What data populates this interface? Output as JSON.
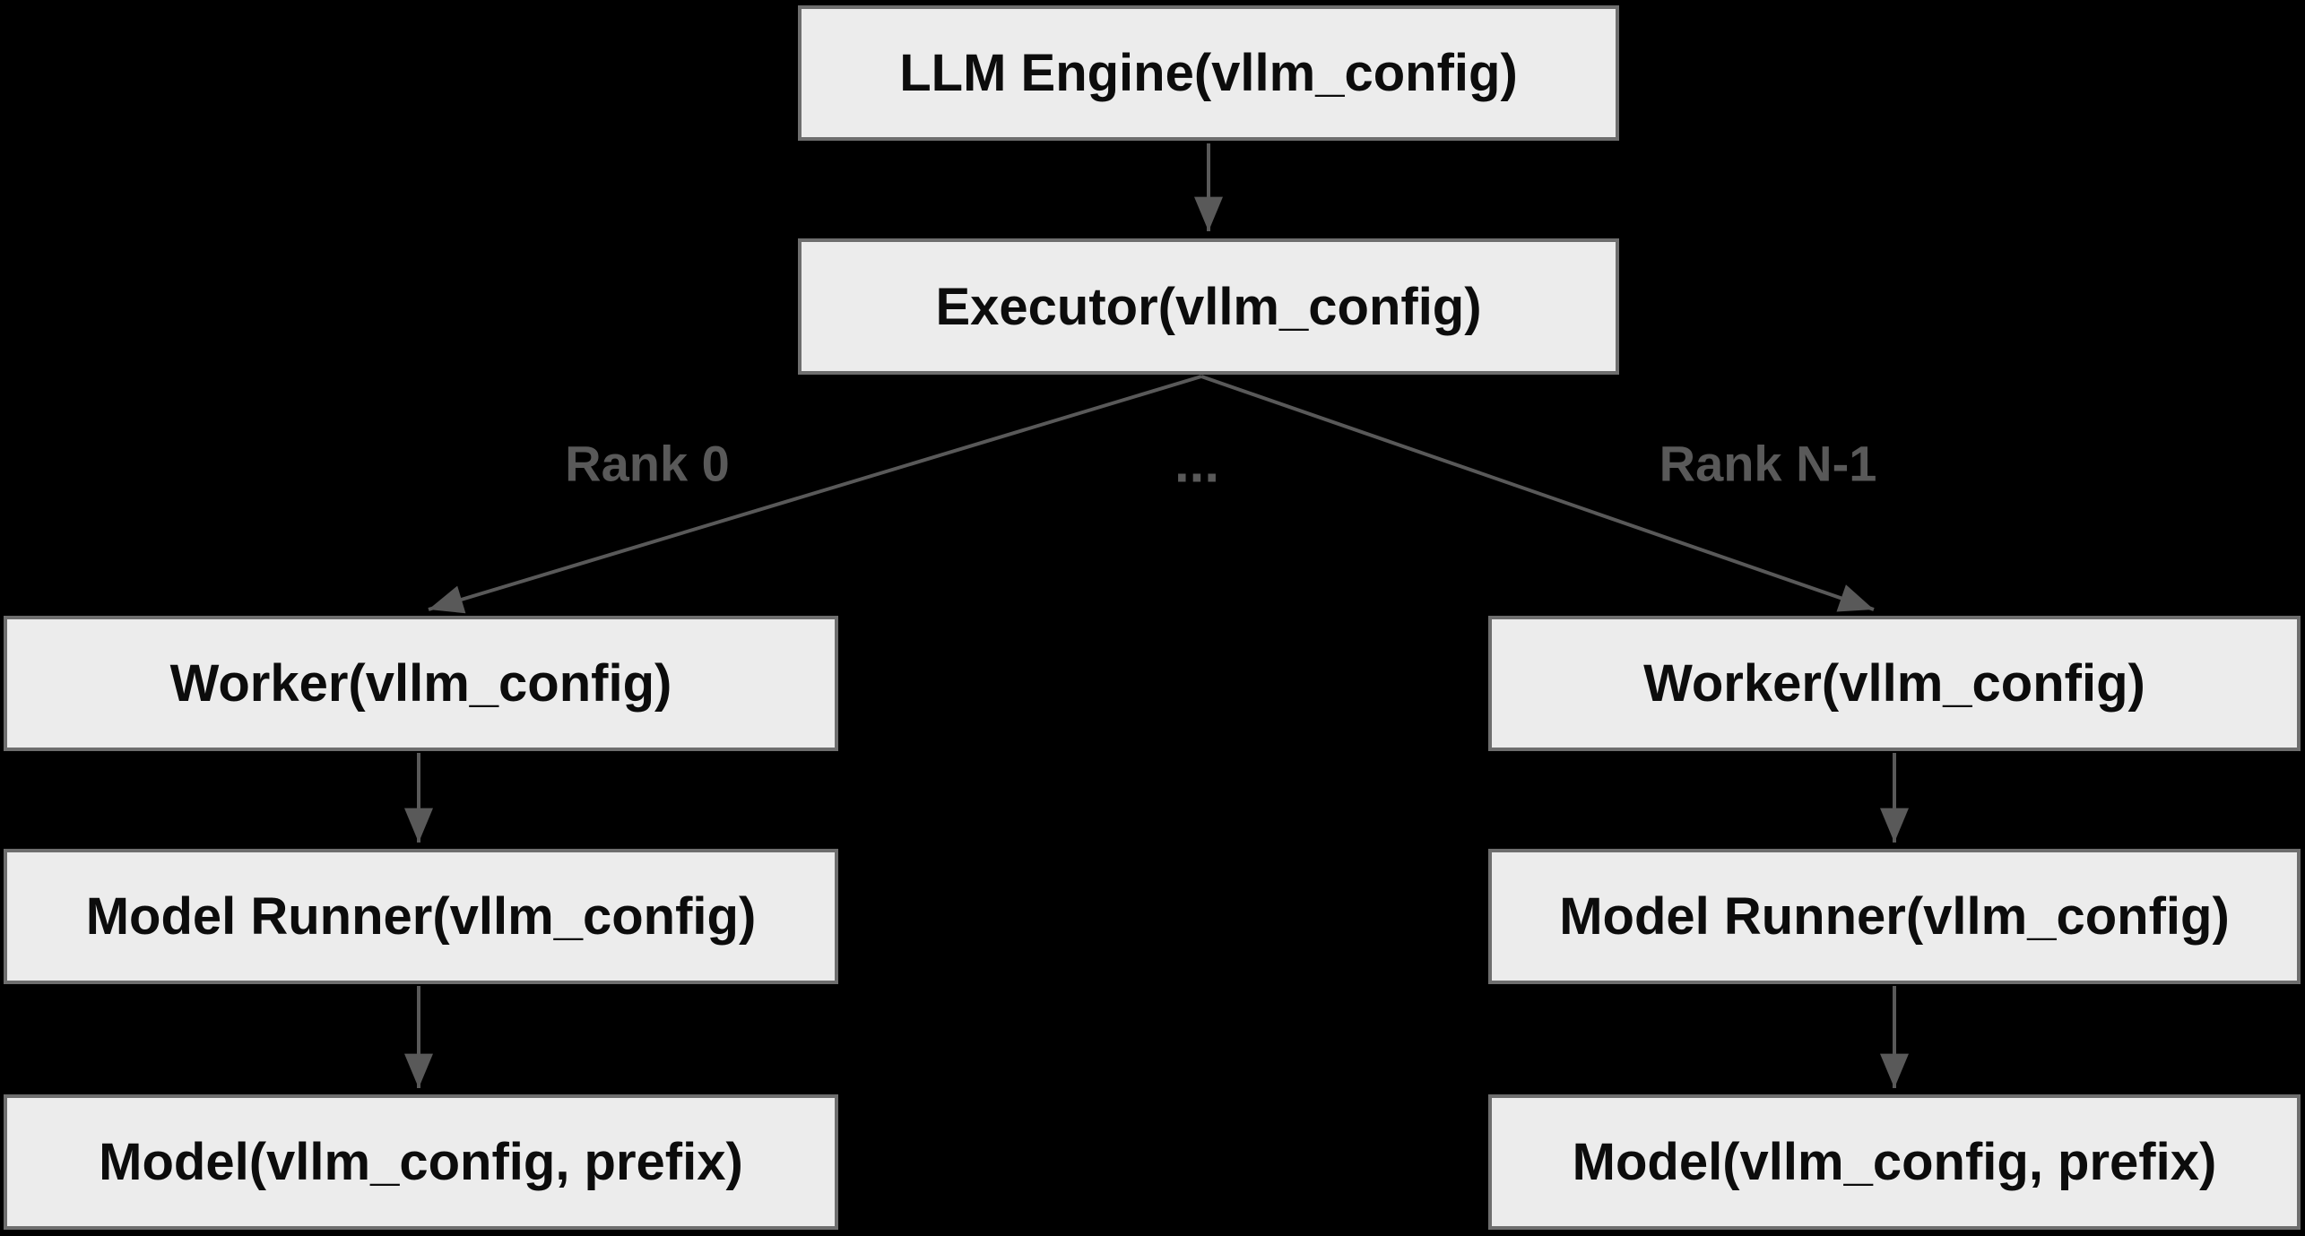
{
  "diagram": {
    "type": "flowchart",
    "background_color": "#000000",
    "node_fill_color": "#ececec",
    "node_border_color": "#6e6e6e",
    "node_text_color": "#0c0c0c",
    "edge_color": "#595959",
    "edge_label_color": "#595959",
    "nodes": {
      "llm_engine": {
        "label": "LLM Engine(vllm_config)"
      },
      "executor": {
        "label": "Executor(vllm_config)"
      },
      "worker_left": {
        "label": "Worker(vllm_config)"
      },
      "worker_right": {
        "label": "Worker(vllm_config)"
      },
      "model_runner_left": {
        "label": "Model Runner(vllm_config)"
      },
      "model_runner_right": {
        "label": "Model Runner(vllm_config)"
      },
      "model_left": {
        "label": "Model(vllm_config, prefix)"
      },
      "model_right": {
        "label": "Model(vllm_config, prefix)"
      }
    },
    "edge_labels": {
      "rank_0": "Rank 0",
      "rank_n_1": "Rank N-1",
      "ellipsis": "..."
    }
  }
}
